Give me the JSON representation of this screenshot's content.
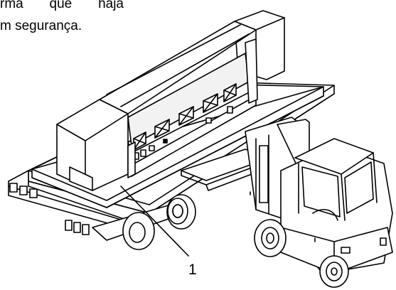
{
  "caption": {
    "line1": "rma que haja",
    "line2": "m segurança."
  },
  "callouts": [
    {
      "label": "1"
    }
  ],
  "colors": {
    "ink": "#000000",
    "paper": "#ffffff",
    "shade": "#d9d9d9"
  }
}
